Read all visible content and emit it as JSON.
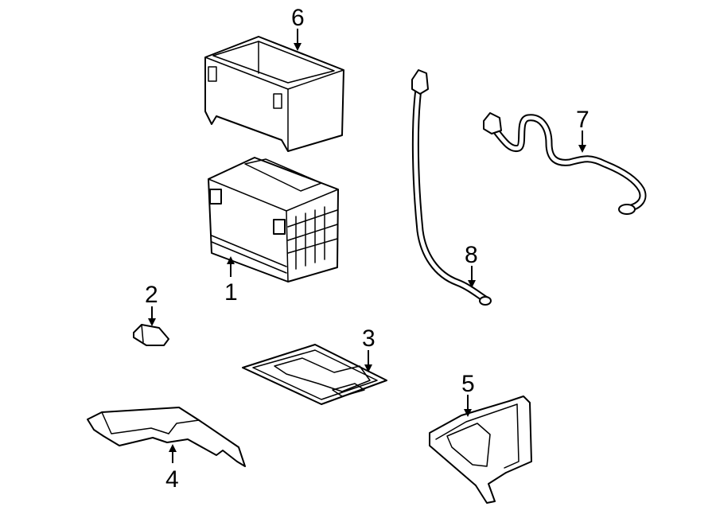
{
  "callouts": [
    {
      "id": "battery",
      "label": "1"
    },
    {
      "id": "terminal-cover",
      "label": "2"
    },
    {
      "id": "battery-tray",
      "label": "3"
    },
    {
      "id": "tray-support",
      "label": "4"
    },
    {
      "id": "tray-bracket",
      "label": "5"
    },
    {
      "id": "insulator-box",
      "label": "6"
    },
    {
      "id": "negative-cable",
      "label": "7"
    },
    {
      "id": "positive-cable",
      "label": "8"
    }
  ],
  "colors": {
    "line": "#000000",
    "fill": "#ffffff"
  }
}
